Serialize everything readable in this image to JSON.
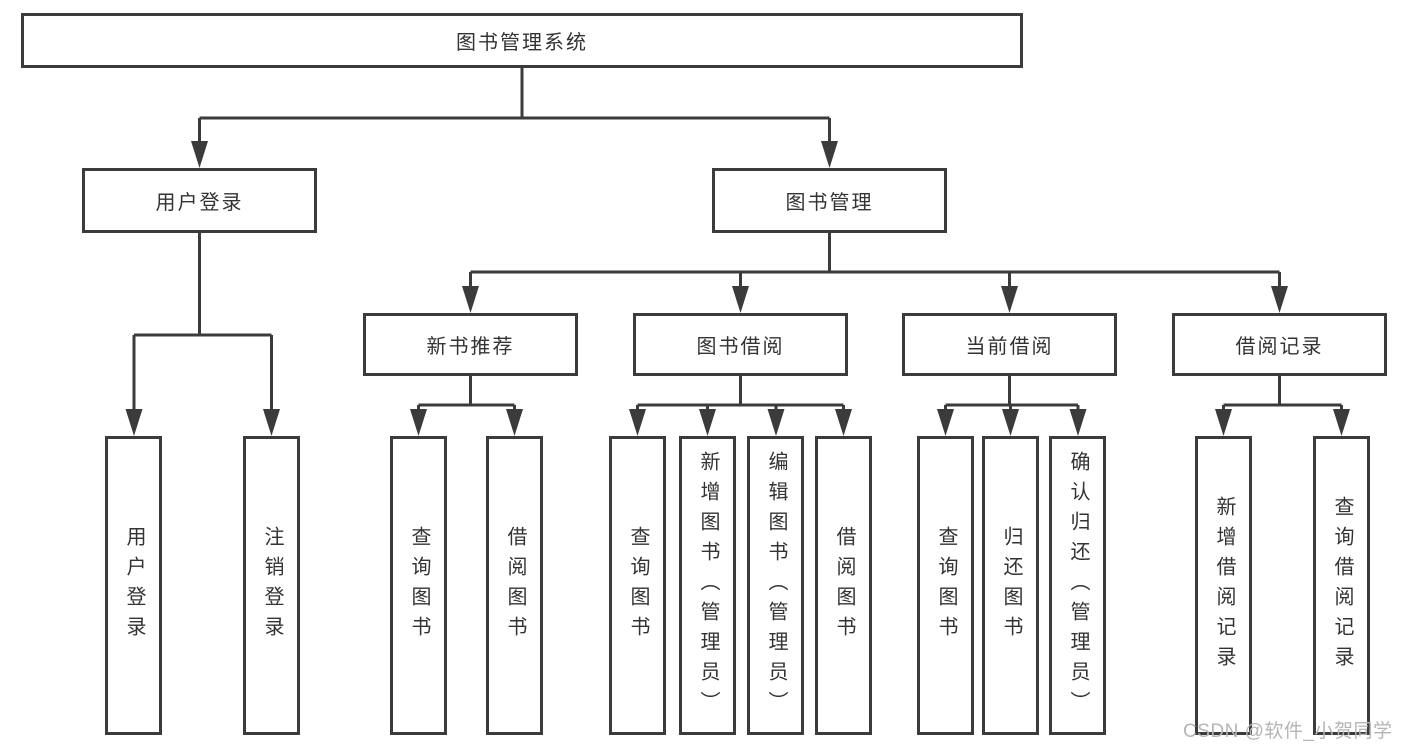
{
  "diagram": {
    "title": "图书管理系统",
    "watermark": "CSDN @软件_小贺同学",
    "colors": {
      "line": "#3b3b3b",
      "text": "#333333",
      "background": "#ffffff",
      "watermark": "#b5b5b5"
    },
    "root": {
      "label": "图书管理系统"
    },
    "level2": [
      {
        "id": "user-login",
        "label": "用户登录"
      },
      {
        "id": "book-management",
        "label": "图书管理"
      }
    ],
    "level3": [
      {
        "id": "new-book-recommend",
        "label": "新书推荐"
      },
      {
        "id": "book-borrow",
        "label": "图书借阅"
      },
      {
        "id": "current-borrow",
        "label": "当前借阅"
      },
      {
        "id": "borrow-records",
        "label": "借阅记录"
      }
    ],
    "leaves": {
      "user_login": [
        "用户登录",
        "注销登录"
      ],
      "new_book_recommend": [
        "查询图书",
        "借阅图书"
      ],
      "book_borrow": [
        "查询图书",
        "新增图书（管理员）",
        "编辑图书（管理员）",
        "借阅图书"
      ],
      "current_borrow": [
        "查询图书",
        "归还图书",
        "确认归还（管理员）"
      ],
      "borrow_records": [
        "新增借阅记录",
        "查询借阅记录"
      ]
    }
  }
}
